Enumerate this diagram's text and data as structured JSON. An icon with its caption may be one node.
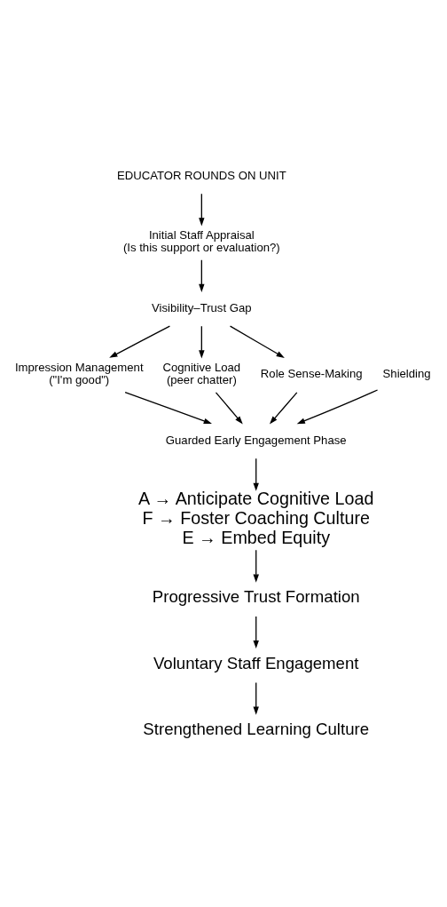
{
  "diagram": {
    "nodes": [
      {
        "text": [
          "EDUCATOR ROUNDS ON UNIT"
        ]
      },
      {
        "text": [
          "Initial Staff Appraisal",
          "(Is this support or evaluation?)"
        ]
      },
      {
        "text": [
          "Visibility–Trust Gap"
        ]
      },
      {
        "text": [
          "Impression Management",
          "(\"I'm good\")"
        ]
      },
      {
        "text": [
          "Shielding"
        ]
      },
      {
        "text": [
          "Cognitive Load",
          "(peer chatter)"
        ]
      },
      {
        "text": [
          "Role Sense-Making"
        ]
      },
      {
        "text": [
          "Guarded Early Engagement Phase"
        ]
      },
      {
        "text": [
          "A → Anticipate Cognitive Load",
          "F → Foster Coaching Culture",
          "E → Embed Equity"
        ]
      },
      {
        "text": [
          "Progressive Trust Formation"
        ]
      },
      {
        "text": [
          "Voluntary Staff Engagement"
        ]
      },
      {
        "text": [
          "Strengthened Learning Culture"
        ]
      }
    ],
    "edges": [
      {
        "from": 0,
        "to": 1,
        "arrow": "to"
      },
      {
        "from": 1,
        "to": 2,
        "arrow": "to"
      },
      {
        "from": 2,
        "to": 3,
        "arrow": "to"
      },
      {
        "from": 2,
        "to": 5,
        "arrow": "to"
      },
      {
        "from": 2,
        "to": 6,
        "arrow": "to"
      },
      {
        "from": 3,
        "to": 7,
        "arrow": "to"
      },
      {
        "from": 4,
        "to": 7,
        "arrow": "to"
      },
      {
        "from": 5,
        "to": 7,
        "arrow": "to"
      },
      {
        "from": 6,
        "to": 7,
        "arrow": "to"
      },
      {
        "from": 7,
        "to": 8,
        "arrow": "to"
      },
      {
        "from": 8,
        "to": 9,
        "arrow": "to"
      },
      {
        "from": 9,
        "to": 10,
        "arrow": "to"
      },
      {
        "from": 10,
        "to": 11,
        "arrow": "to"
      }
    ]
  }
}
